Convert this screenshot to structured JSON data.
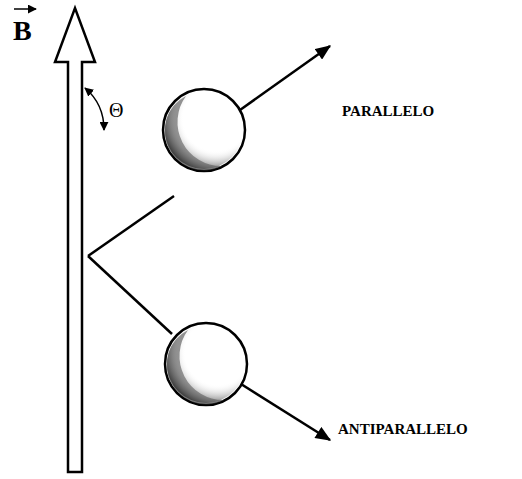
{
  "diagram": {
    "labels": [
      "B",
      "Θ",
      "PARALLELO",
      "ANTIPARALLELO"
    ]
  }
}
